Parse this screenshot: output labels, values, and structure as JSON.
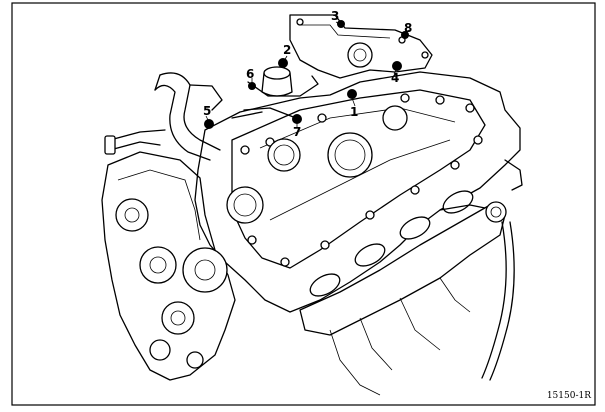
{
  "diagram": {
    "callouts": [
      {
        "id": "1",
        "label": "1"
      },
      {
        "id": "2",
        "label": "2"
      },
      {
        "id": "3",
        "label": "3"
      },
      {
        "id": "4",
        "label": "4"
      },
      {
        "id": "5",
        "label": "5"
      },
      {
        "id": "6",
        "label": "6"
      },
      {
        "id": "7",
        "label": "7"
      },
      {
        "id": "8",
        "label": "8"
      }
    ],
    "reference_code": "15150-1R"
  }
}
